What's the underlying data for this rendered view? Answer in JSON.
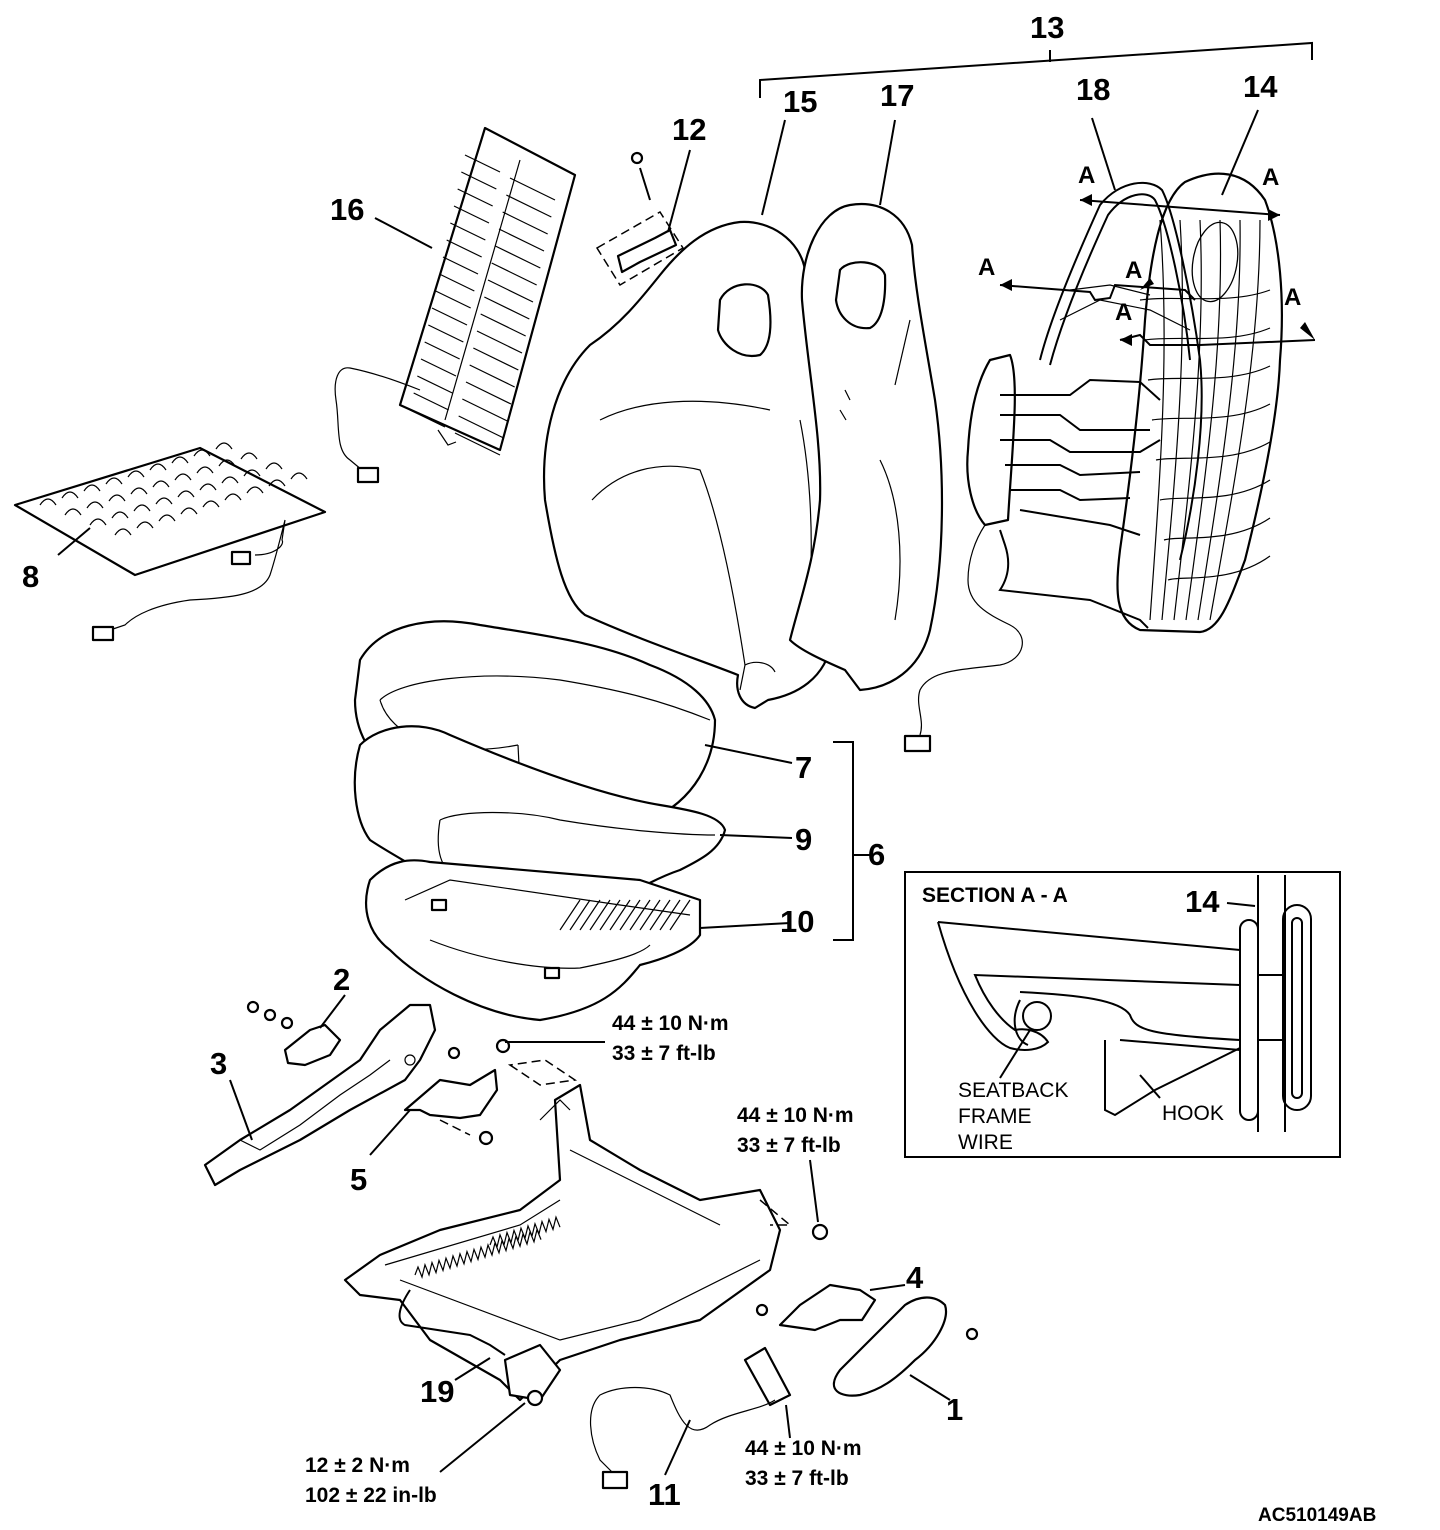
{
  "callouts": {
    "c1": "1",
    "c2": "2",
    "c3": "3",
    "c4": "4",
    "c5": "5",
    "c6": "6",
    "c7": "7",
    "c8": "8",
    "c9": "9",
    "c10": "10",
    "c11": "11",
    "c12": "12",
    "c13": "13",
    "c14": "14",
    "c15": "15",
    "c16": "16",
    "c17": "17",
    "c18": "18",
    "c19": "19"
  },
  "section_markers": {
    "a1": "A",
    "a2": "A",
    "a3": "A",
    "a4": "A",
    "a5": "A",
    "a6": "A"
  },
  "torques": {
    "t1": {
      "nm": "44 ± 10 N·m",
      "imp": "33 ± 7 ft-lb"
    },
    "t2": {
      "nm": "44 ± 10 N·m",
      "imp": "33 ± 7 ft-lb"
    },
    "t3": {
      "nm": "44 ± 10 N·m",
      "imp": "33 ± 7 ft-lb"
    },
    "t4": {
      "nm": "12 ± 2 N·m",
      "imp": "102 ± 22 in-lb"
    }
  },
  "section_view": {
    "title": "SECTION A - A",
    "part_number": "14",
    "seatback_label": [
      "SEATBACK",
      "FRAME",
      "WIRE"
    ],
    "hook_label": "HOOK"
  },
  "figure_code": "AC510149AB"
}
